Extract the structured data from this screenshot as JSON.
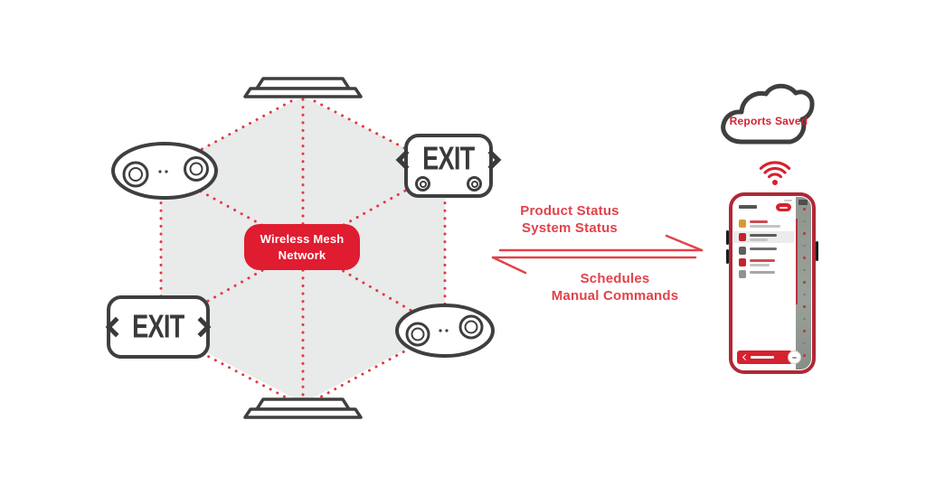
{
  "mesh": {
    "hub": {
      "line1": "Wireless Mesh",
      "line2": "Network"
    },
    "exit_sign": {
      "label": "EXIT"
    },
    "node_types": [
      "ceiling-fixture",
      "oval-emergency-light",
      "exit-sign-with-lamps",
      "exit-sign",
      "oval-emergency-light",
      "ceiling-fixture"
    ]
  },
  "flow": {
    "to_app": [
      "Product Status",
      "System Status"
    ],
    "to_mesh": [
      "Schedules",
      "Manual Commands"
    ]
  },
  "cloud": {
    "label": "Reports Saved"
  },
  "icons": {
    "cloud": "cloud-icon",
    "wifi": "wifi-signal-icon",
    "chevron_left": "chevron-left-icon",
    "chevron_right": "chevron-right-icon",
    "lamp": "emergency-lamp-icon",
    "device": "device-list-icon"
  },
  "colors": {
    "hub_red": "#e01c30",
    "accent_red": "#e2424a",
    "dot_red": "#e13a44",
    "app_red": "#d6212f",
    "outline_gray": "#3f3f3f",
    "hexagon_fill": "#e9eaea",
    "phone_frame": "#b02836"
  }
}
